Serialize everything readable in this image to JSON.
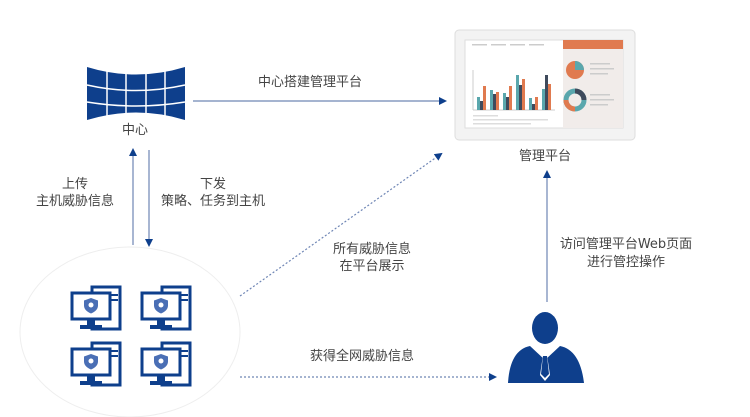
{
  "colors": {
    "primary": "#0e3f8c",
    "line": "#6f86b5",
    "accent": "#e07a4f",
    "teal": "#5aa7ad",
    "dark": "#3f4a5c"
  },
  "nodes": {
    "center": "中心",
    "platform": "管理平台"
  },
  "edges": {
    "center_to_platform": "中心搭建管理平台",
    "upload_1": "上传",
    "upload_2": "主机威胁信息",
    "dispatch_1": "下发",
    "dispatch_2": "策略、任务到主机",
    "display_1": "所有威胁信息",
    "display_2": "在平台展示",
    "get_info": "获得全网威胁信息",
    "access_1": "访问管理平台Web页面",
    "access_2": "进行管控操作"
  }
}
